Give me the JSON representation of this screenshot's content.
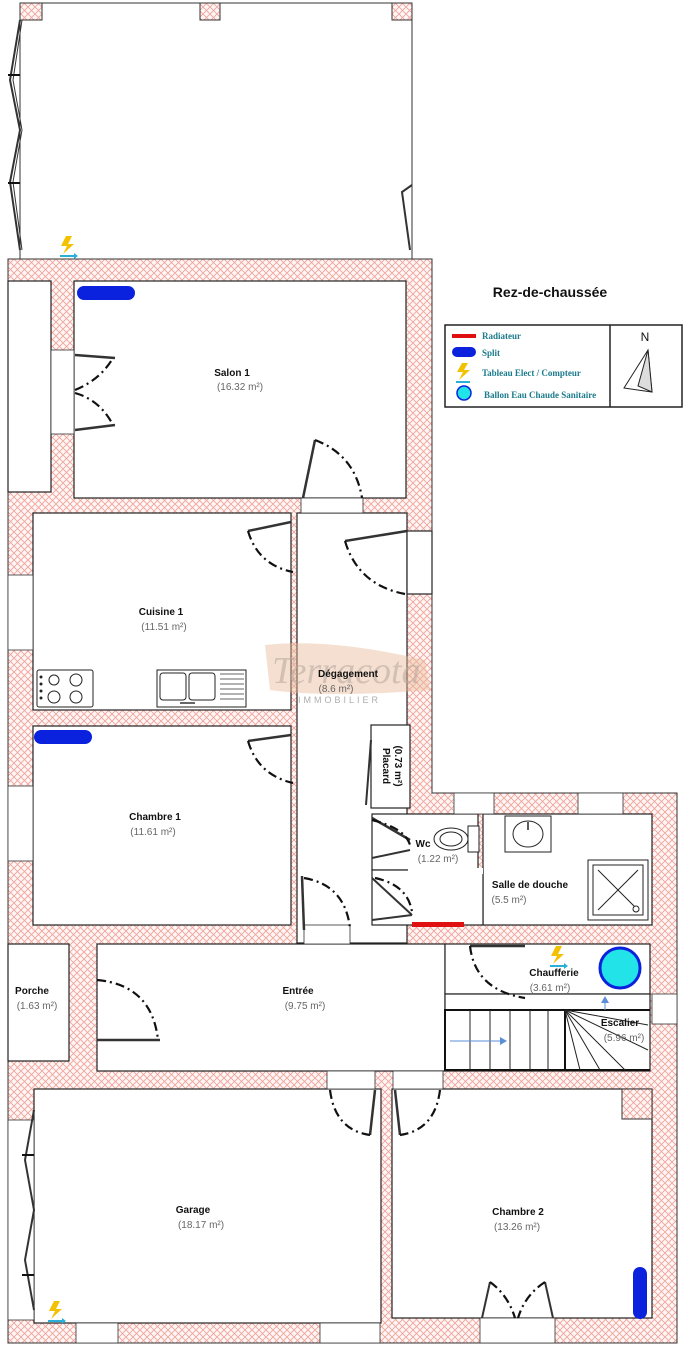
{
  "plan": {
    "title": "Rez-de-chaussée",
    "north_label": "N",
    "watermark": {
      "logo": "Terracota",
      "subtitle": "IMMOBILIER"
    },
    "legend": [
      {
        "label": "Radiateur",
        "symbol": "radiator-icon",
        "color": "#e01010"
      },
      {
        "label": "Split",
        "symbol": "split-icon",
        "color": "#0a22dd"
      },
      {
        "label": "Tableau Elect / Compteur",
        "symbol": "electric-panel-icon",
        "color": "#f2c200"
      },
      {
        "label": "Ballon Eau Chaude Sanitaire",
        "symbol": "water-heater-icon",
        "color": "#22e4e8"
      }
    ],
    "rooms": {
      "salon1": {
        "name": "Salon 1",
        "area": "(16.32 m²)"
      },
      "cuisine1": {
        "name": "Cuisine 1",
        "area": "(11.51 m²)"
      },
      "degagement": {
        "name": "Dégagement",
        "area": "(8.6 m²)"
      },
      "placard": {
        "name": "Placard",
        "area": "(0.73 m²)"
      },
      "chambre1": {
        "name": "Chambre 1",
        "area": "(11.61 m²)"
      },
      "wc": {
        "name": "Wc",
        "area": "(1.22 m²)"
      },
      "salle_de_douche": {
        "name": "Salle de douche",
        "area": "(5.5 m²)"
      },
      "porche": {
        "name": "Porche",
        "area": "(1.63 m²)"
      },
      "entree": {
        "name": "Entrée",
        "area": "(9.75 m²)"
      },
      "chaufferie": {
        "name": "Chaufferie",
        "area": "(3.61 m²)"
      },
      "escalier": {
        "name": "Escalier",
        "area": "(5.96 m²)"
      },
      "garage": {
        "name": "Garage",
        "area": "(18.17 m²)"
      },
      "chambre2": {
        "name": "Chambre 2",
        "area": "(13.26 m²)"
      }
    },
    "colors": {
      "wall_hatch": "#f0a39b",
      "radiator": "#e01010",
      "split": "#0a22dd",
      "electric": "#f2c200",
      "water_heater": "#22e4e8",
      "legend_text": "#1a7b8c"
    }
  }
}
